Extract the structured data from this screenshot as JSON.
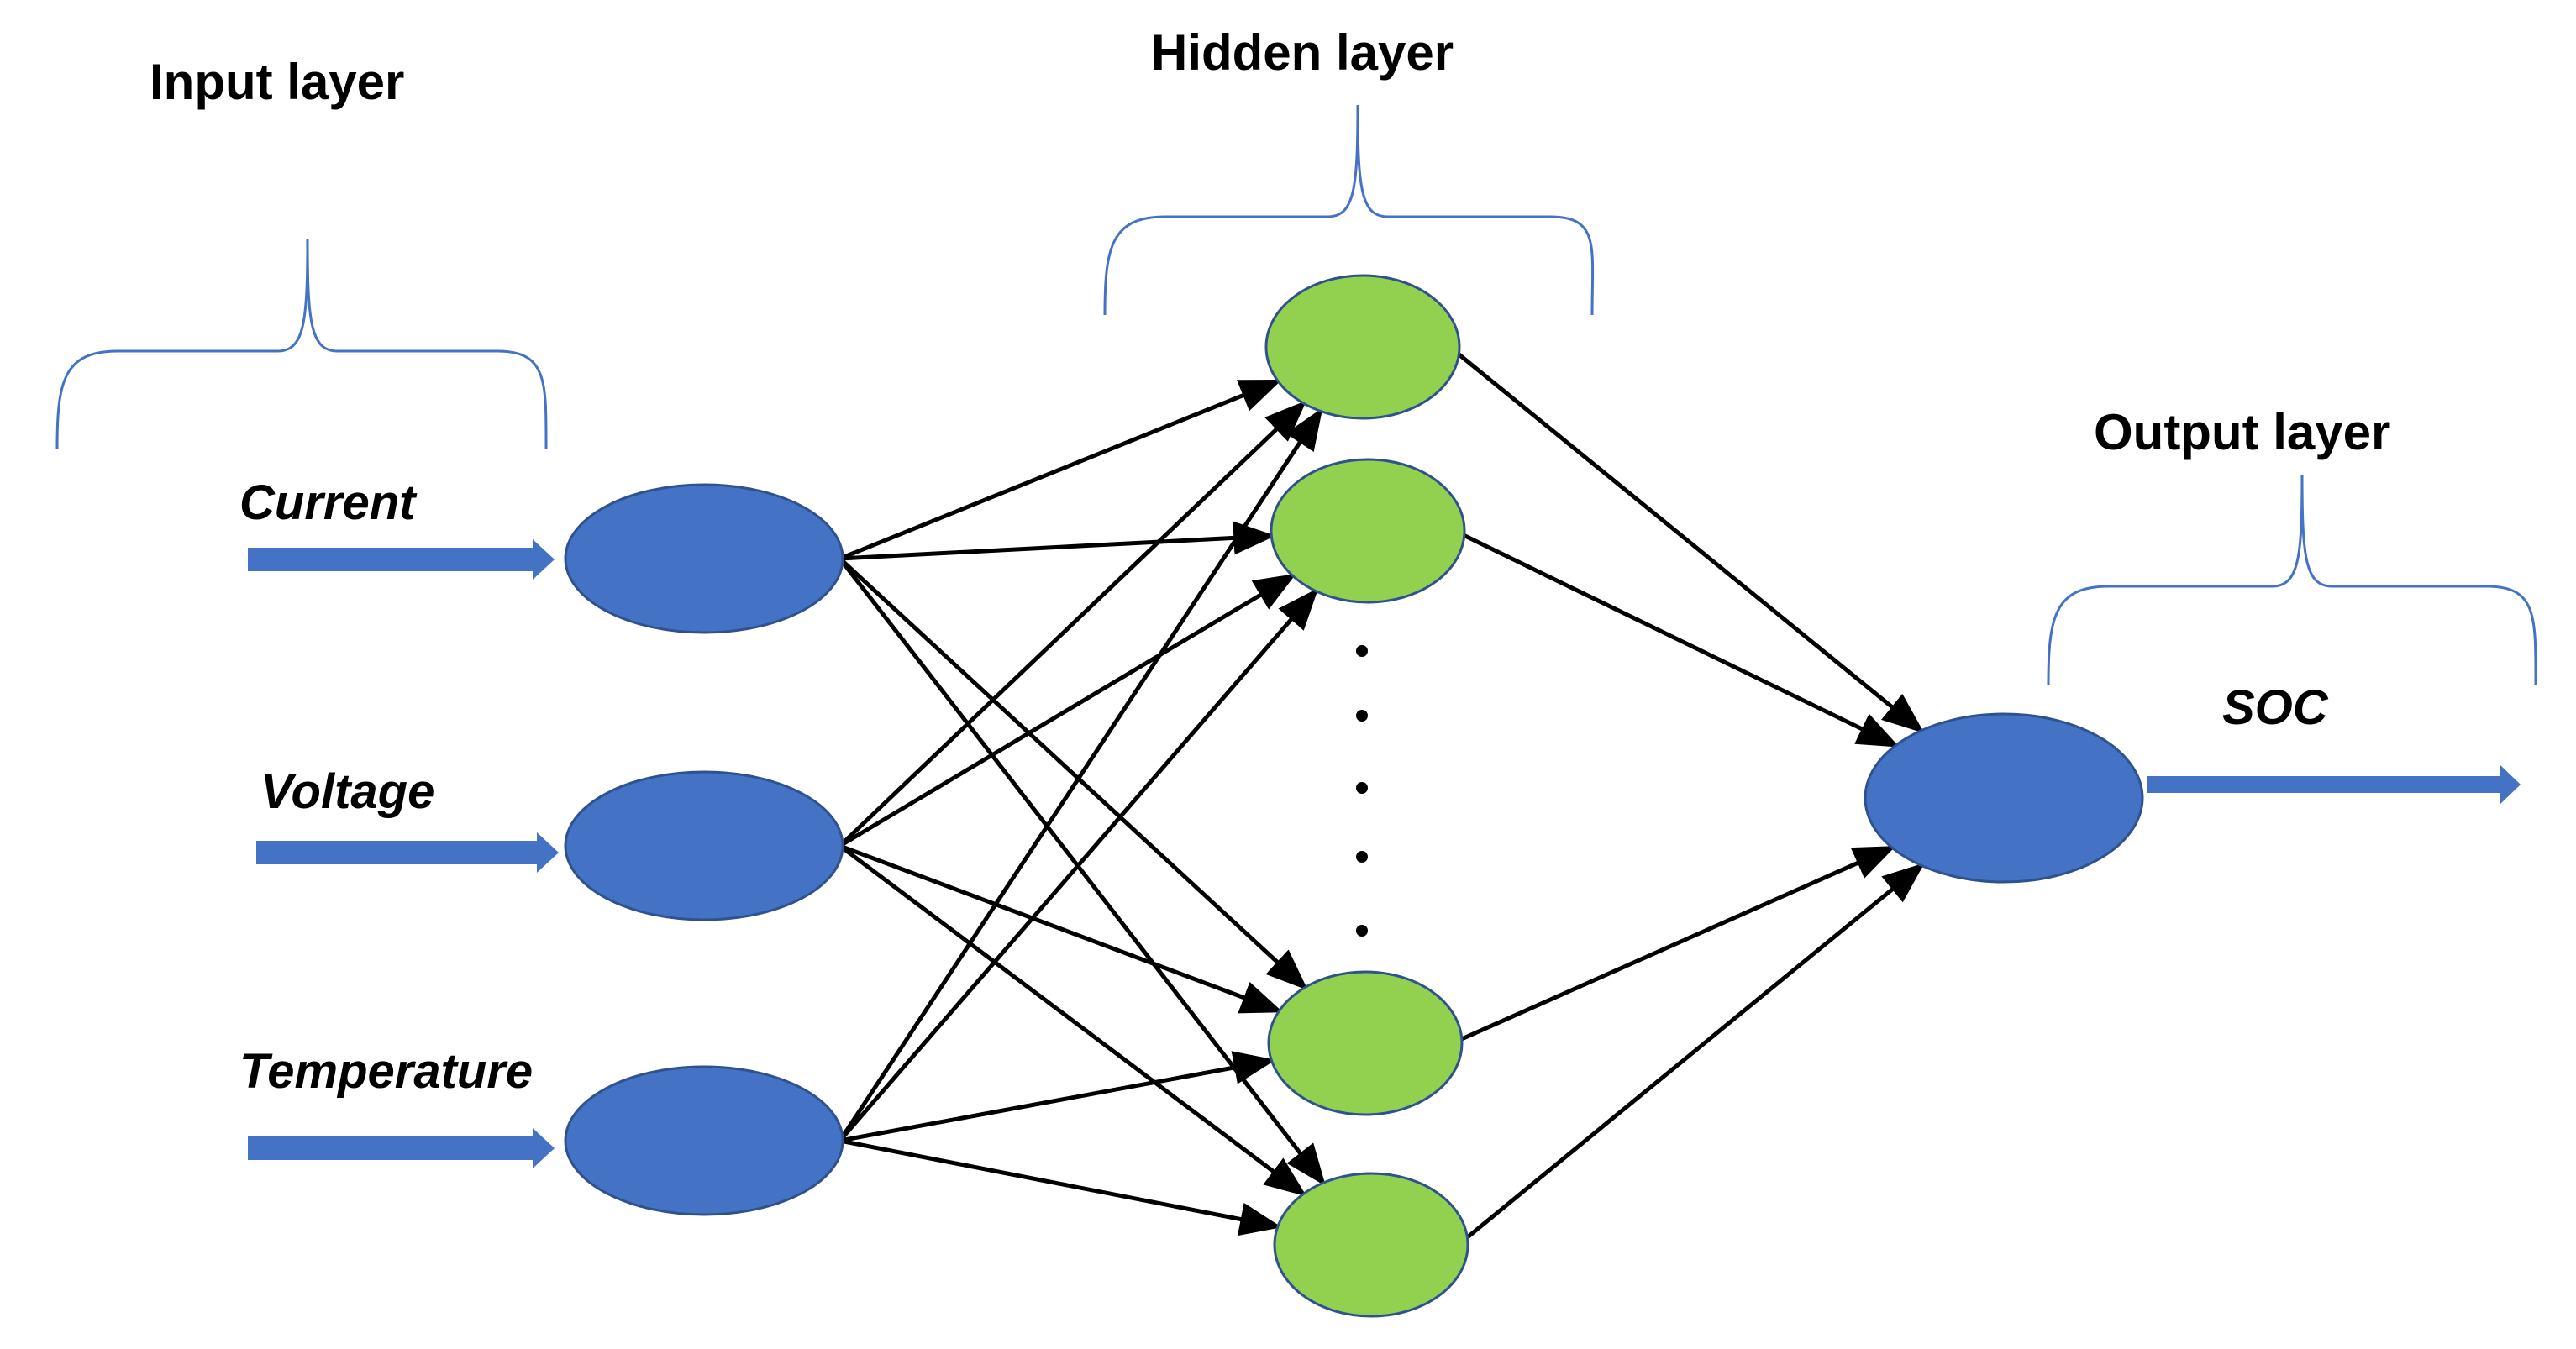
{
  "layers": {
    "input_title": "Input layer",
    "hidden_title": "Hidden layer",
    "output_title": "Output layer"
  },
  "inputs": [
    {
      "label": "Current"
    },
    {
      "label": "Voltage"
    },
    {
      "label": "Temperature"
    }
  ],
  "output": {
    "label": "SOC"
  },
  "hidden_node_count_shown": 4,
  "ellipsis": "vertical-dots",
  "colors": {
    "input_node": "#4472c4",
    "hidden_node": "#92d050",
    "output_node": "#4472c4",
    "brace": "#4472c4",
    "edge": "#000000"
  }
}
